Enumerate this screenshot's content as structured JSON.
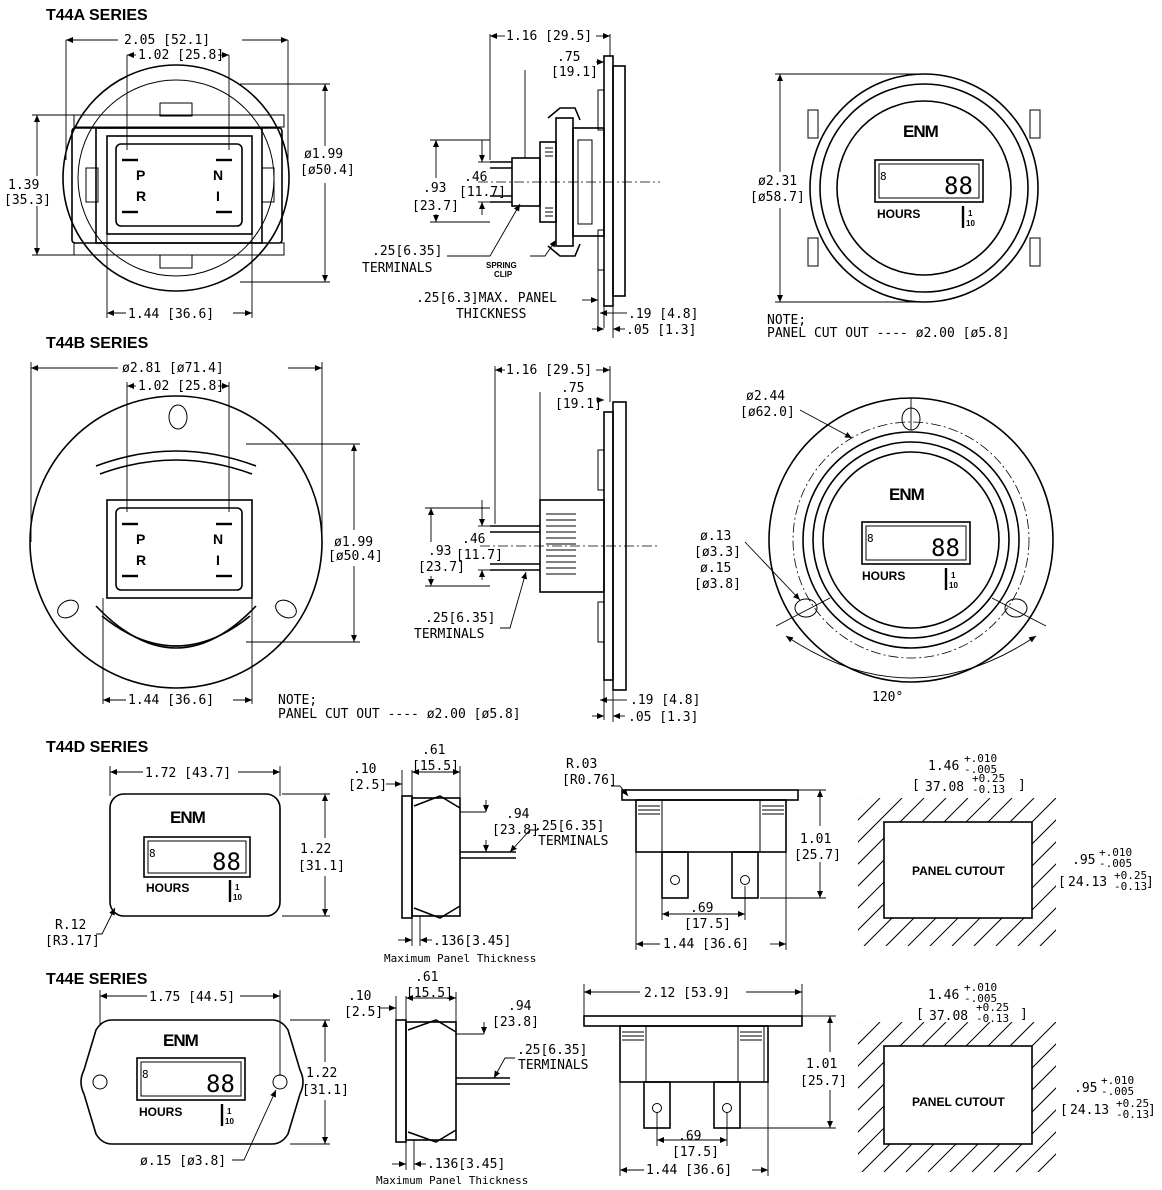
{
  "series": {
    "t44a": "T44A SERIES",
    "t44b": "T44B SERIES",
    "t44d": "T44D SERIES",
    "t44e": "T44E SERIES"
  },
  "brand": "ENM",
  "display": {
    "hours": "HOURS",
    "digits": "88",
    "frac_num": "1",
    "frac_den": "10",
    "small_digit": "8"
  },
  "pins": {
    "p": "P",
    "n": "N",
    "r": "R",
    "i": "I"
  },
  "labels": {
    "terminals": "TERMINALS",
    "spring_clip_1": "SPRING",
    "spring_clip_2": "CLIP",
    "max_panel": "MAX. PANEL",
    "thickness": "THICKNESS",
    "note": "NOTE;",
    "panel_cut_out": "PANEL CUT OUT ---- ø2.00 [ø5.8]",
    "max_panel_thickness": "Maximum Panel Thickness",
    "panel_cutout": "PANEL CUTOUT",
    "angle": "120°"
  },
  "dims": {
    "a_205": "2.05 [52.1]",
    "a_102": "1.02 [25.8]",
    "a_139": "1.39",
    "a_353": "[35.3]",
    "a_199": "ø1.99",
    "a_504": "[ø50.4]",
    "a_144": "1.44 [36.6]",
    "a_116": "1.16 [29.5]",
    "a_075": ".75",
    "a_191": "[19.1]",
    "a_046": ".46",
    "a_117": "[11.7]",
    "a_093": ".93",
    "a_237": "[23.7]",
    "a_025": ".25[6.35]",
    "a_0253": ".25[6.3]",
    "a_019": ".19 [4.8]",
    "a_005": ".05 [1.3]",
    "a_231": "ø2.31",
    "a_587": "[ø58.7]",
    "b_281": "ø2.81 [ø71.4]",
    "b_244": "ø2.44",
    "b_620": "[ø62.0]",
    "b_013": "ø.13",
    "b_033": "[ø3.3]",
    "b_015": "ø.15",
    "b_038": "[ø3.8]",
    "d_172": "1.72 [43.7]",
    "d_122": "1.22",
    "d_311": "[31.1]",
    "d_r12": "R.12",
    "d_r317": "[R3.17]",
    "d_010": ".10",
    "d_025": "[2.5]",
    "d_061": ".61",
    "d_155": "[15.5]",
    "d_094": ".94",
    "d_238": "[23.8]",
    "d_136": ".136[3.45]",
    "d_r03": "R.03",
    "d_r076": "[R0.76]",
    "d_101": "1.01",
    "d_257": "[25.7]",
    "d_069": ".69",
    "d_175": "[17.5]",
    "d_146": "1.46",
    "d_3708": "37.08",
    "d_010tol": "+.010",
    "d_005tol": "-.005",
    "d_025tol": "+0.25",
    "d_013tol": "-0.13",
    "d_095": ".95",
    "d_2413": "24.13",
    "e_175": "1.75 [44.5]",
    "e_212": "2.12 [53.9]",
    "e_015": "ø.15 [ø3.8]"
  },
  "colors": {
    "ink": "#000000",
    "paper": "#ffffff"
  }
}
